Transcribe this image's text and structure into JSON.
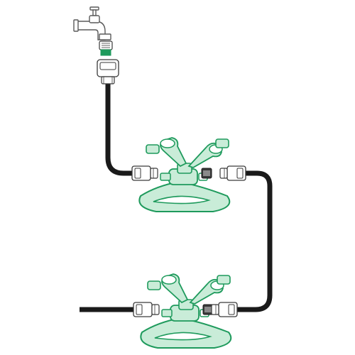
{
  "diagram": {
    "colors": {
      "hose": "#1a1a1a",
      "sprinkler_green": "#1e9a5c",
      "sprinkler_fill": "#c9ecd8",
      "connector_fill": "#ffffff",
      "connector_stroke": "#3a3a3a",
      "faucet_stroke": "#5a5a5a",
      "faucet_fill": "#ffffff"
    },
    "components": [
      {
        "id": "tap",
        "kind": "faucet-icon"
      },
      {
        "id": "tap-adapter",
        "kind": "threaded-adapter-icon"
      },
      {
        "id": "hose-connector-top",
        "kind": "quick-connector-icon"
      },
      {
        "id": "sprinkler-1",
        "kind": "sprinkler-icon"
      },
      {
        "id": "sprinkler-2",
        "kind": "sprinkler-icon"
      }
    ]
  }
}
